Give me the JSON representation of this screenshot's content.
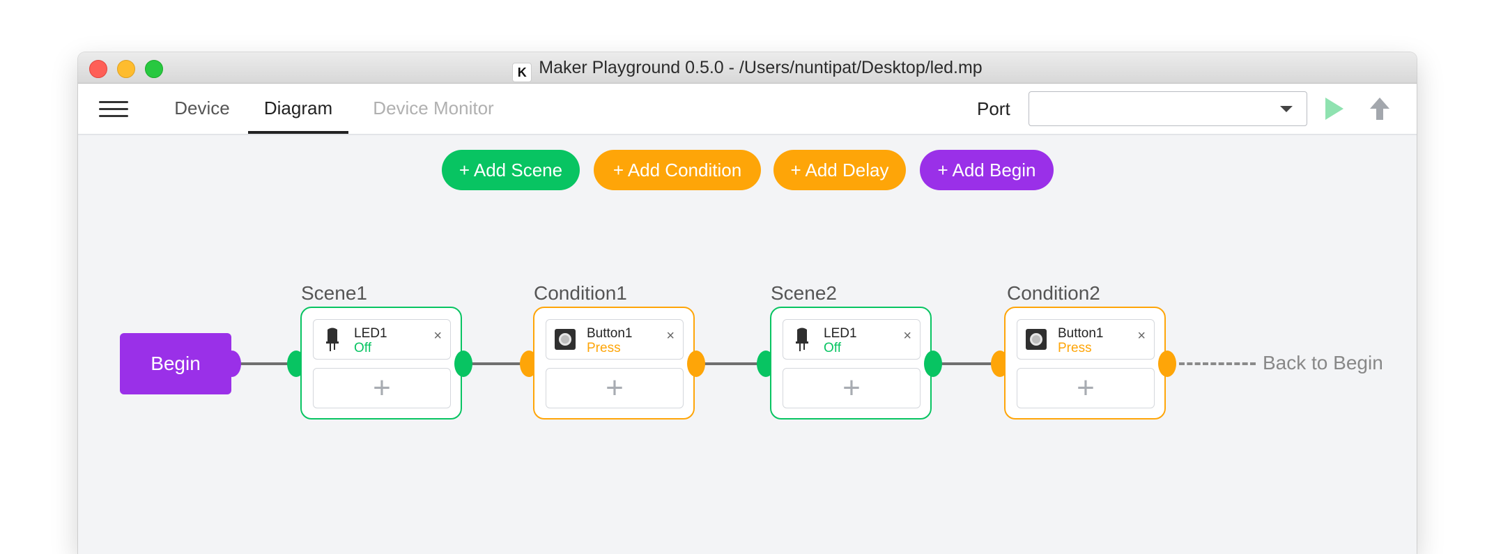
{
  "window": {
    "title": "Maker Playground 0.5.0 - /Users/nuntipat/Desktop/led.mp",
    "app_icon": "maker-playground-logo-icon"
  },
  "nav": {
    "tabs": [
      {
        "label": "Device",
        "state": "normal"
      },
      {
        "label": "Diagram",
        "state": "active"
      },
      {
        "label": "Device Monitor",
        "state": "disabled"
      }
    ],
    "port_label": "Port",
    "port_value": "",
    "icons": [
      "menu-icon",
      "play-icon",
      "upload-icon"
    ]
  },
  "toolbar": {
    "add_scene": "+ Add Scene",
    "add_condition": "+ Add Condition",
    "add_delay": "+ Add Delay",
    "add_begin": "+ Add Begin"
  },
  "diagram": {
    "begin_label": "Begin",
    "nodes": [
      {
        "title": "Scene1",
        "kind": "scene",
        "device": "LED1",
        "action": "Off"
      },
      {
        "title": "Condition1",
        "kind": "condition",
        "device": "Button1",
        "action": "Press"
      },
      {
        "title": "Scene2",
        "kind": "scene",
        "device": "LED1",
        "action": "Off"
      },
      {
        "title": "Condition2",
        "kind": "condition",
        "device": "Button1",
        "action": "Press"
      }
    ],
    "close_glyph": "×",
    "add_glyph": "+",
    "back_to_begin": "Back to Begin"
  },
  "colors": {
    "scene": "#08c462",
    "condition": "#fea508",
    "begin": "#9a30e8"
  }
}
